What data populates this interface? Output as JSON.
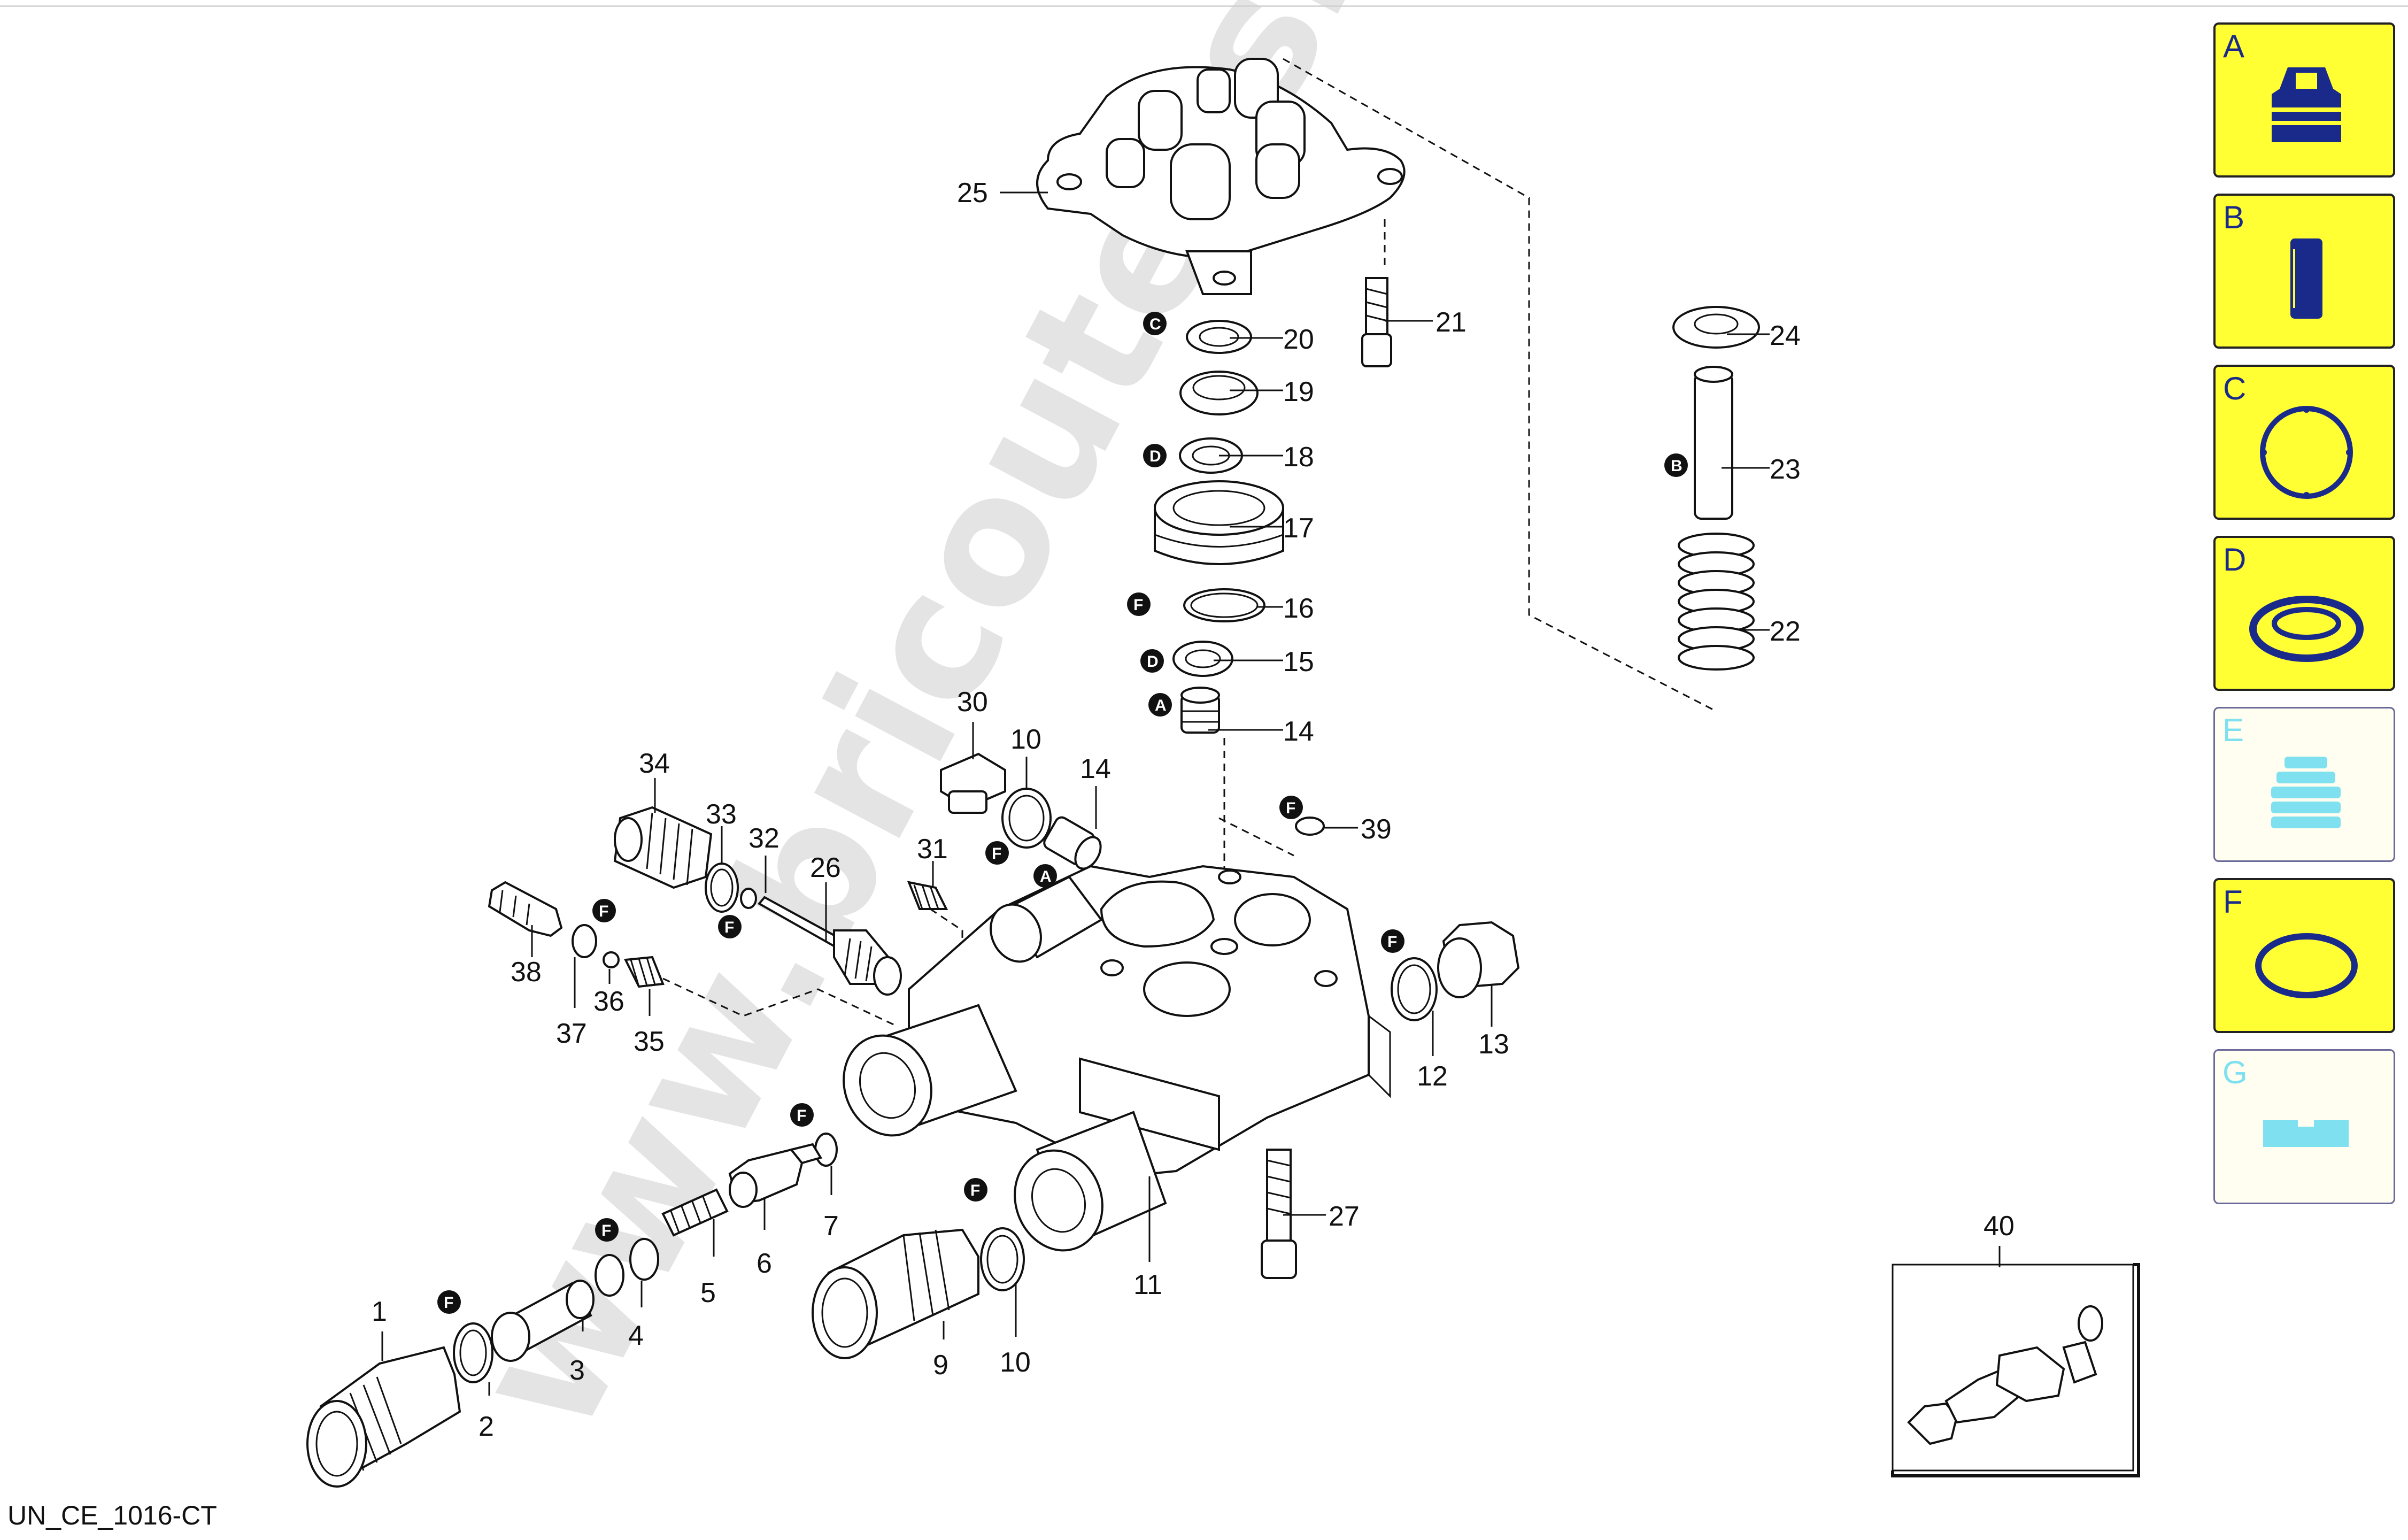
{
  "diagram": {
    "code": "UN_CE_1016-CT",
    "watermark": "www.bricoutensili.com",
    "callouts": {
      "p1": "1",
      "p2": "2",
      "p3": "3",
      "p4": "4",
      "p5": "5",
      "p6": "6",
      "p7": "7",
      "p9": "9",
      "p10a": "10",
      "p10b": "10",
      "p11": "11",
      "p12": "12",
      "p13": "13",
      "p14a": "14",
      "p14b": "14",
      "p15": "15",
      "p16": "16",
      "p17": "17",
      "p18": "18",
      "p19": "19",
      "p20": "20",
      "p21": "21",
      "p22": "22",
      "p23": "23",
      "p24": "24",
      "p25": "25",
      "p26": "26",
      "p27": "27",
      "p30": "30",
      "p31": "31",
      "p32": "32",
      "p33": "33",
      "p34": "34",
      "p35": "35",
      "p36": "36",
      "p37": "37",
      "p38": "38",
      "p39": "39",
      "p40": "40"
    },
    "badges": {
      "c20": "C",
      "d18": "D",
      "f16": "F",
      "d15": "D",
      "a14": "A",
      "b23": "B",
      "f10": "F",
      "a14b": "A",
      "f39": "F",
      "f12": "F",
      "f33": "F",
      "f37": "F",
      "f7": "F",
      "f10b": "F",
      "f4": "F",
      "f2": "F"
    }
  },
  "legend": {
    "colors": {
      "active": "#ffff33",
      "inactive": "#fffef0",
      "icon": "#1a2a8a",
      "icon_faded": "#7fe0f0"
    },
    "items": [
      {
        "letter": "A",
        "icon": "valve-icon",
        "state": "active"
      },
      {
        "letter": "B",
        "icon": "pin-icon",
        "state": "active"
      },
      {
        "letter": "C",
        "icon": "backup-ring-icon",
        "state": "active"
      },
      {
        "letter": "D",
        "icon": "seal-icon",
        "state": "active"
      },
      {
        "letter": "E",
        "icon": "bellows-icon",
        "state": "inactive"
      },
      {
        "letter": "F",
        "icon": "o-ring-icon",
        "state": "active"
      },
      {
        "letter": "G",
        "icon": "flat-gasket-icon",
        "state": "inactive"
      }
    ]
  }
}
